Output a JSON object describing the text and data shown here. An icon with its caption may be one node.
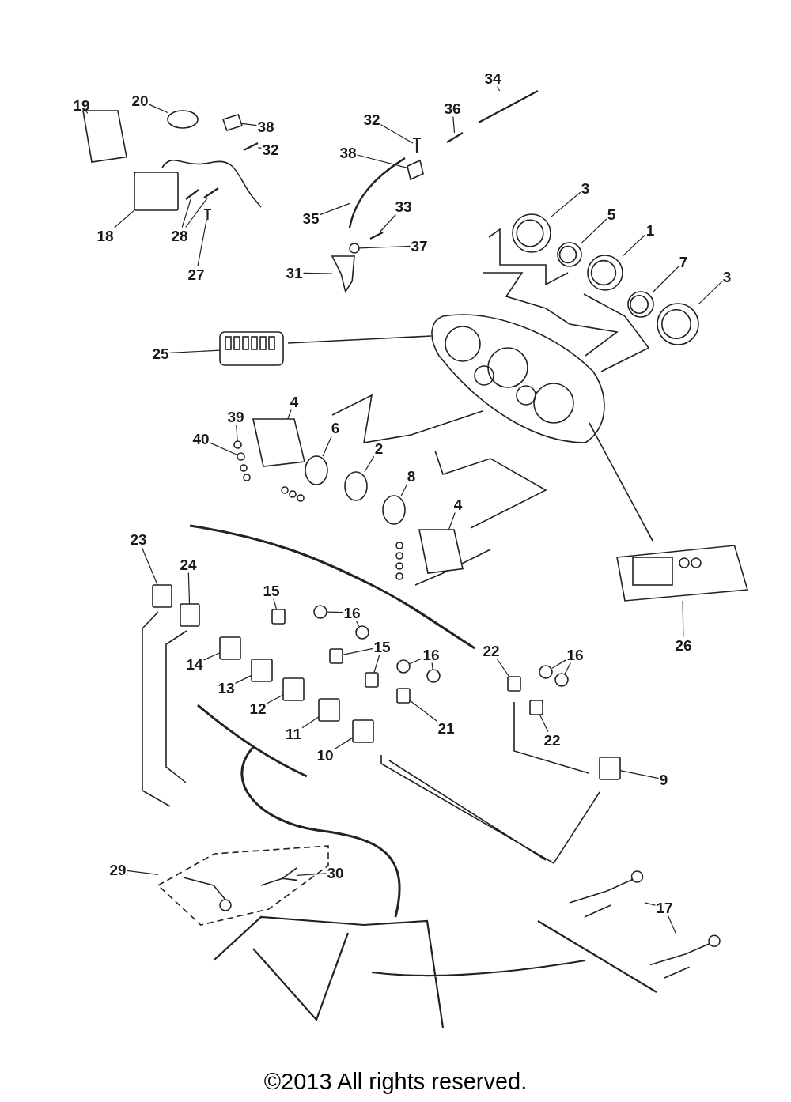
{
  "diagram": {
    "nodes": [
      {
        "text": [
          "19"
        ]
      },
      {
        "text": [
          "20"
        ]
      },
      {
        "text": [
          "38"
        ]
      },
      {
        "text": [
          "32"
        ]
      },
      {
        "text": [
          "18"
        ]
      },
      {
        "text": [
          "28"
        ]
      },
      {
        "text": [
          "27"
        ]
      },
      {
        "text": [
          "32"
        ]
      },
      {
        "text": [
          "38"
        ]
      },
      {
        "text": [
          "34"
        ]
      },
      {
        "text": [
          "36"
        ]
      },
      {
        "text": [
          "35"
        ]
      },
      {
        "text": [
          "33"
        ]
      },
      {
        "text": [
          "37"
        ]
      },
      {
        "text": [
          "31"
        ]
      },
      {
        "text": [
          "3"
        ]
      },
      {
        "text": [
          "5"
        ]
      },
      {
        "text": [
          "1"
        ]
      },
      {
        "text": [
          "7"
        ]
      },
      {
        "text": [
          "3"
        ]
      },
      {
        "text": [
          "25"
        ]
      },
      {
        "text": [
          "4"
        ]
      },
      {
        "text": [
          "39"
        ]
      },
      {
        "text": [
          "40"
        ]
      },
      {
        "text": [
          "6"
        ]
      },
      {
        "text": [
          "2"
        ]
      },
      {
        "text": [
          "8"
        ]
      },
      {
        "text": [
          "4"
        ]
      },
      {
        "text": [
          "23"
        ]
      },
      {
        "text": [
          "24"
        ]
      },
      {
        "text": [
          "15"
        ]
      },
      {
        "text": [
          "16"
        ]
      },
      {
        "text": [
          "14"
        ]
      },
      {
        "text": [
          "13"
        ]
      },
      {
        "text": [
          "15"
        ]
      },
      {
        "text": [
          "16"
        ]
      },
      {
        "text": [
          "22"
        ]
      },
      {
        "text": [
          "16"
        ]
      },
      {
        "text": [
          "12"
        ]
      },
      {
        "text": [
          "21"
        ]
      },
      {
        "text": [
          "11"
        ]
      },
      {
        "text": [
          "22"
        ]
      },
      {
        "text": [
          "10"
        ]
      },
      {
        "text": [
          "9"
        ]
      },
      {
        "text": [
          "29"
        ]
      },
      {
        "text": [
          "30"
        ]
      },
      {
        "text": [
          "17"
        ]
      },
      {
        "text": [
          "26"
        ]
      },
      {
        "text": [],
        "shape": "picture"
      },
      {
        "text": [],
        "shape": "circle"
      },
      {
        "text": [],
        "shape": "picture"
      },
      {
        "text": [],
        "shape": "picture"
      },
      {
        "text": [],
        "shape": "box"
      },
      {
        "text": [],
        "shape": "picture"
      },
      {
        "text": [],
        "shape": "picture"
      },
      {
        "text": [],
        "shape": "picture"
      },
      {
        "text": [],
        "shape": "picture"
      },
      {
        "text": [],
        "shape": "picture"
      },
      {
        "text": [],
        "shape": "picture"
      },
      {
        "text": [],
        "shape": "picture"
      },
      {
        "text": [],
        "shape": "picture"
      },
      {
        "text": [],
        "shape": "picture"
      },
      {
        "text": [],
        "shape": "circle"
      },
      {
        "text": [],
        "shape": "picture"
      },
      {
        "text": [],
        "shape": "circle"
      },
      {
        "text": [],
        "shape": "circle"
      },
      {
        "text": [],
        "shape": "circle"
      },
      {
        "text": [],
        "shape": "circle"
      },
      {
        "text": [],
        "shape": "circle"
      },
      {
        "text": [],
        "shape": "box"
      },
      {
        "text": [],
        "shape": "picture"
      },
      {
        "text": [],
        "shape": "circle"
      },
      {
        "text": [],
        "shape": "circle"
      },
      {
        "text": [],
        "shape": "circle"
      },
      {
        "text": [],
        "shape": "circle"
      },
      {
        "text": [],
        "shape": "circle"
      },
      {
        "text": [],
        "shape": "picture"
      },
      {
        "text": [],
        "shape": "box"
      },
      {
        "text": [],
        "shape": "box"
      },
      {
        "text": [],
        "shape": "box"
      },
      {
        "text": [],
        "shape": "circle"
      },
      {
        "text": [],
        "shape": "circle"
      },
      {
        "text": [],
        "shape": "box"
      },
      {
        "text": [],
        "shape": "box"
      },
      {
        "text": [],
        "shape": "box"
      },
      {
        "text": [],
        "shape": "box"
      },
      {
        "text": [],
        "shape": "circle"
      },
      {
        "text": [],
        "shape": "circle"
      },
      {
        "text": [],
        "shape": "box"
      },
      {
        "text": [],
        "shape": "circle"
      },
      {
        "text": [],
        "shape": "circle"
      },
      {
        "text": [],
        "shape": "box"
      },
      {
        "text": [],
        "shape": "box"
      },
      {
        "text": [],
        "shape": "box"
      },
      {
        "text": [],
        "shape": "box"
      },
      {
        "text": [],
        "shape": "box"
      },
      {
        "text": [],
        "shape": "box"
      },
      {
        "text": [],
        "shape": "box"
      },
      {
        "text": [],
        "shape": "picture",
        "in": 97
      },
      {
        "text": [],
        "shape": "picture"
      },
      {
        "text": [],
        "shape": "picture"
      },
      {
        "text": [],
        "shape": "picture"
      }
    ],
    "edges": [
      {
        "from": 0,
        "to": 48,
        "arrow": "none"
      },
      {
        "from": 1,
        "to": 49,
        "arrow": "none"
      },
      {
        "from": 2,
        "to": 50,
        "arrow": "none"
      },
      {
        "from": 3,
        "to": 51,
        "arrow": "none"
      },
      {
        "from": 4,
        "to": 52,
        "arrow": "none"
      },
      {
        "from": 5,
        "to": 53,
        "arrow": "none"
      },
      {
        "from": 5,
        "to": 54,
        "arrow": "none"
      },
      {
        "from": 6,
        "to": 55,
        "arrow": "none"
      },
      {
        "from": 7,
        "to": 56,
        "arrow": "none"
      },
      {
        "from": 8,
        "to": 57,
        "arrow": "none"
      },
      {
        "from": 9,
        "to": 58,
        "arrow": "none"
      },
      {
        "from": 10,
        "to": 59,
        "arrow": "none"
      },
      {
        "from": 11,
        "to": 60,
        "arrow": "none"
      },
      {
        "from": 12,
        "to": 61,
        "arrow": "none"
      },
      {
        "from": 13,
        "to": 62,
        "arrow": "none"
      },
      {
        "from": 14,
        "to": 63,
        "arrow": "none"
      },
      {
        "from": 15,
        "to": 64,
        "arrow": "none"
      },
      {
        "from": 16,
        "to": 65,
        "arrow": "none"
      },
      {
        "from": 17,
        "to": 66,
        "arrow": "none"
      },
      {
        "from": 18,
        "to": 67,
        "arrow": "none"
      },
      {
        "from": 19,
        "to": 68,
        "arrow": "none"
      },
      {
        "from": 20,
        "to": 69,
        "arrow": "none"
      },
      {
        "from": 21,
        "to": 70,
        "arrow": "none"
      },
      {
        "from": 22,
        "to": 71,
        "arrow": "none"
      },
      {
        "from": 23,
        "to": 72,
        "arrow": "none"
      },
      {
        "from": 24,
        "to": 73,
        "arrow": "none"
      },
      {
        "from": 25,
        "to": 74,
        "arrow": "none"
      },
      {
        "from": 26,
        "to": 75,
        "arrow": "none"
      },
      {
        "from": 27,
        "to": 76,
        "arrow": "none"
      },
      {
        "from": 28,
        "to": 77,
        "arrow": "none"
      },
      {
        "from": 29,
        "to": 78,
        "arrow": "none"
      },
      {
        "from": 30,
        "to": 79,
        "arrow": "none"
      },
      {
        "from": 31,
        "to": 80,
        "arrow": "none"
      },
      {
        "from": 31,
        "to": 81,
        "arrow": "none"
      },
      {
        "from": 32,
        "to": 82,
        "arrow": "none"
      },
      {
        "from": 33,
        "to": 83,
        "arrow": "none"
      },
      {
        "from": 34,
        "to": 84,
        "arrow": "none"
      },
      {
        "from": 34,
        "to": 85,
        "arrow": "none"
      },
      {
        "from": 35,
        "to": 86,
        "arrow": "none"
      },
      {
        "from": 35,
        "to": 87,
        "arrow": "none"
      },
      {
        "from": 36,
        "to": 88,
        "arrow": "none"
      },
      {
        "from": 37,
        "to": 89,
        "arrow": "none"
      },
      {
        "from": 37,
        "to": 90,
        "arrow": "none"
      },
      {
        "from": 38,
        "to": 91,
        "arrow": "none"
      },
      {
        "from": 39,
        "to": 92,
        "arrow": "none"
      },
      {
        "from": 40,
        "to": 93,
        "arrow": "none"
      },
      {
        "from": 41,
        "to": 94,
        "arrow": "none"
      },
      {
        "from": 42,
        "to": 95,
        "arrow": "none"
      },
      {
        "from": 43,
        "to": 96,
        "arrow": "none"
      },
      {
        "from": 44,
        "to": 97,
        "arrow": "none"
      },
      {
        "from": 45,
        "to": 98,
        "arrow": "none"
      },
      {
        "from": 46,
        "to": 99,
        "arrow": "none"
      },
      {
        "from": 46,
        "to": 100,
        "arrow": "none"
      },
      {
        "from": 47,
        "to": 101,
        "arrow": "none"
      }
    ],
    "labels": [
      "©2013 All rights reserved."
    ]
  }
}
